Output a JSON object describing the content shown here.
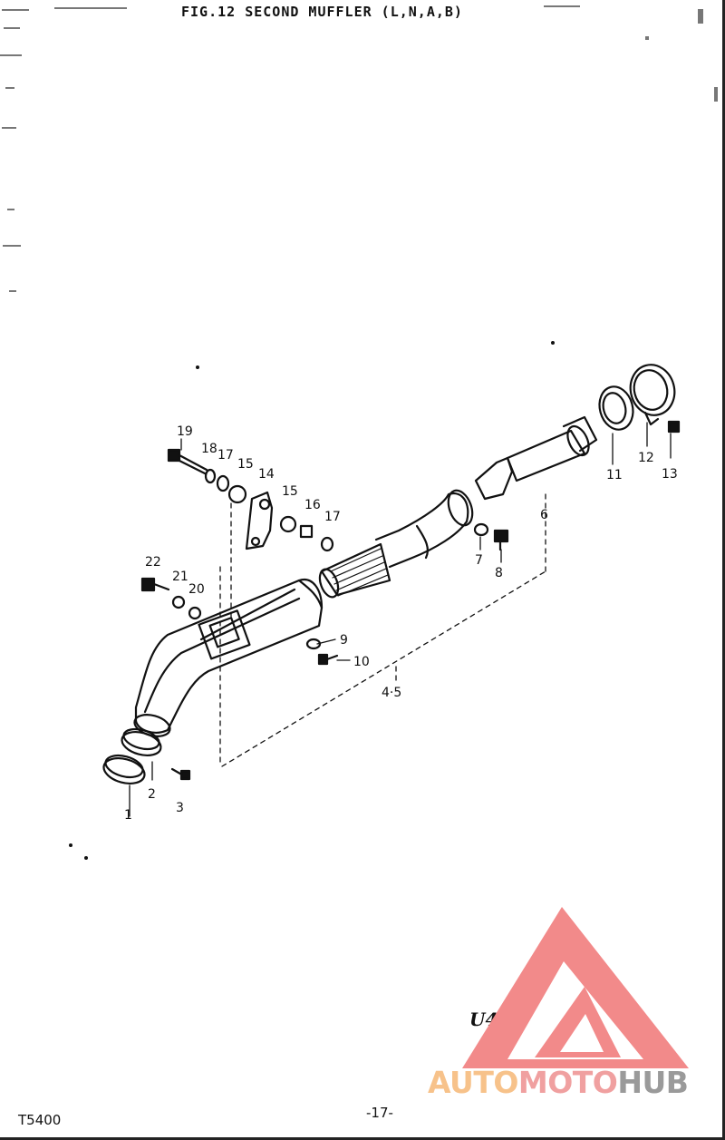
{
  "header": {
    "title": "FIG.12 SECOND MUFFLER (L,N,A,B)"
  },
  "callouts": {
    "c1": "1",
    "c2": "2",
    "c3": "3",
    "c45": "4·5",
    "c6": "6",
    "c7": "7",
    "c8": "8",
    "c9": "9",
    "c10": "10",
    "c11": "11",
    "c12": "12",
    "c13": "13",
    "c14": "14",
    "c15a": "15",
    "c15b": "15",
    "c16": "16",
    "c17a": "17",
    "c17b": "17",
    "c18": "18",
    "c19": "19",
    "c20": "20",
    "c21": "21",
    "c22": "22"
  },
  "footer": {
    "code": "T5400",
    "page_number": "-17-"
  },
  "handwritten_note": "U44",
  "watermark": {
    "text_part1": "AUTO",
    "text_part2": "MOTO",
    "text_part3": "HUB"
  },
  "colors": {
    "ink": "#111111",
    "watermark_red": "#f28a8a",
    "watermark_orange": "#f7c28a",
    "watermark_gray": "#9a9a9a"
  }
}
